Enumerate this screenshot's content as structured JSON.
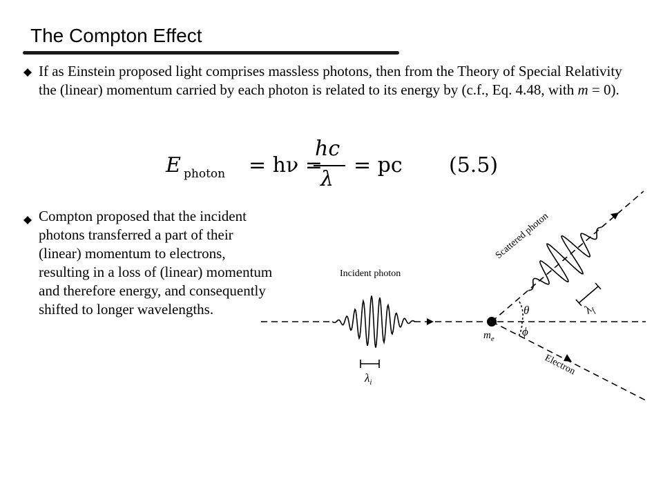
{
  "slide": {
    "title": "The Compton Effect"
  },
  "bullets": [
    {
      "icon": "diamond-bullet-icon",
      "pre": "If as Einstein proposed light comprises massless photons, then from the Theory of Special Relativity the (linear) momentum carried by each photon is related to its energy by (c.f., Eq. 4.48, with ",
      "var": "m",
      "post": " = 0)."
    },
    {
      "icon": "diamond-bullet-icon",
      "text": "Compton proposed that the incident photons transferred a part of their (linear) momentum to electrons, resulting in a loss of (linear) momentum and therefore energy, and consequently shifted to longer wavelengths."
    }
  ],
  "equation": {
    "lhs": "E",
    "lhs_sub": "photon",
    "mid": "= hν =",
    "frac_num": "hc",
    "frac_den": "λ",
    "rhs": "= pc",
    "number": "(5.5)"
  },
  "diagram": {
    "incident_label": "Incident photon",
    "scattered_label": "Scattered photon",
    "electron_label": "Electron",
    "theta": "θ",
    "phi": "ϕ",
    "me": "m",
    "me_sub": "e",
    "lambda_i": "λ",
    "lambda_i_sub": "i",
    "lambda_f": "λ",
    "lambda_f_sub": "f"
  }
}
